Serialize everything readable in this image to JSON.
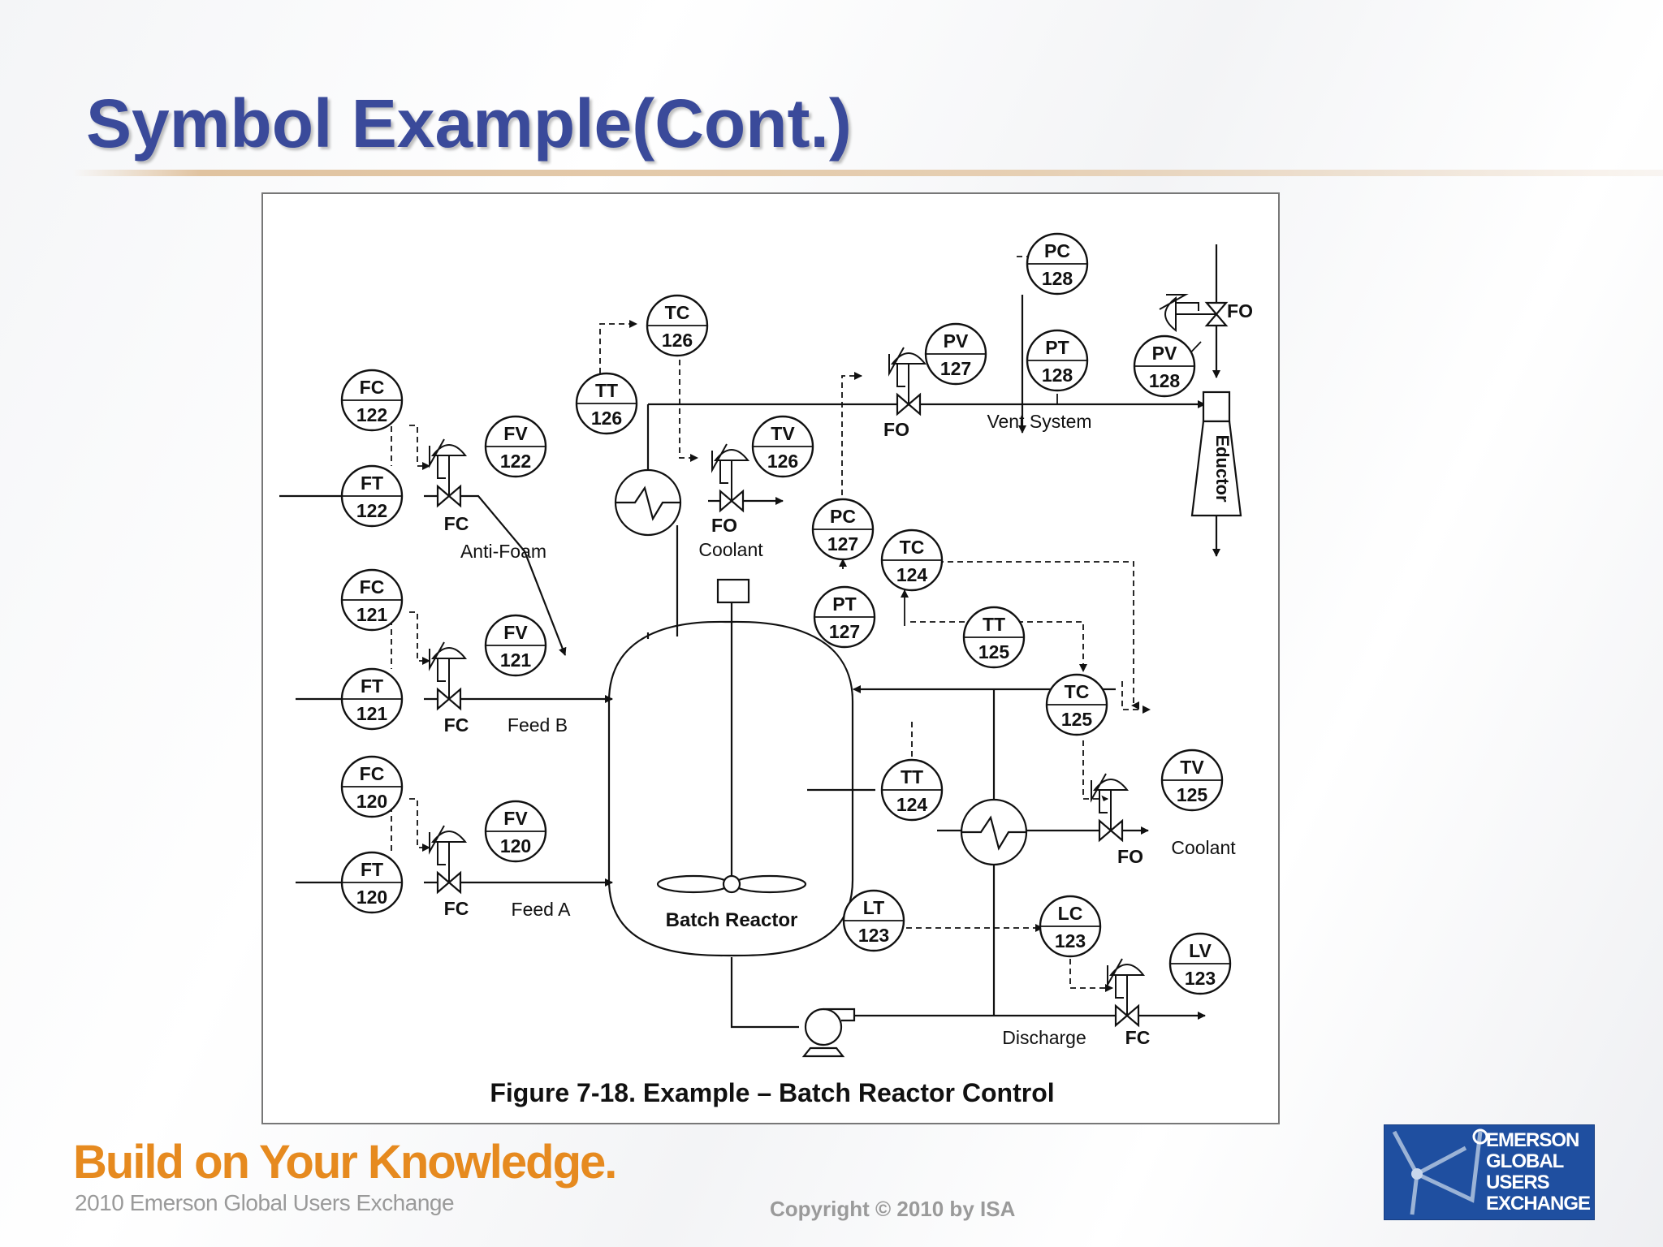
{
  "slide": {
    "title": "Symbol Example(Cont.)",
    "copyright": "Copyright © 2010 by ISA"
  },
  "footer": {
    "brand_tagline": "Build on Your Knowledge.",
    "brand_sub": "2010 Emerson Global Users Exchange",
    "logo_lines": [
      "EMERSON",
      "GLOBAL",
      "USERS",
      "EXCHANGE"
    ]
  },
  "figure": {
    "caption": "Figure 7-18. Example – Batch Reactor Control",
    "instruments": {
      "fc122": [
        "FC",
        "122"
      ],
      "ft122": [
        "FT",
        "122"
      ],
      "fv122": [
        "FV",
        "122"
      ],
      "fc121": [
        "FC",
        "121"
      ],
      "ft121": [
        "FT",
        "121"
      ],
      "fv121": [
        "FV",
        "121"
      ],
      "fc120": [
        "FC",
        "120"
      ],
      "ft120": [
        "FT",
        "120"
      ],
      "fv120": [
        "FV",
        "120"
      ],
      "tc126": [
        "TC",
        "126"
      ],
      "tt126": [
        "TT",
        "126"
      ],
      "tv126": [
        "TV",
        "126"
      ],
      "pv127": [
        "PV",
        "127"
      ],
      "pc127": [
        "PC",
        "127"
      ],
      "pt127": [
        "PT",
        "127"
      ],
      "pc128": [
        "PC",
        "128"
      ],
      "pt128": [
        "PT",
        "128"
      ],
      "pv128": [
        "PV",
        "128"
      ],
      "tc124": [
        "TC",
        "124"
      ],
      "tt124": [
        "TT",
        "124"
      ],
      "tt125": [
        "TT",
        "125"
      ],
      "tc125": [
        "TC",
        "125"
      ],
      "tv125": [
        "TV",
        "125"
      ],
      "lt123": [
        "LT",
        "123"
      ],
      "lc123": [
        "LC",
        "123"
      ],
      "lv123": [
        "LV",
        "123"
      ]
    },
    "labels": {
      "anti_foam": "Anti-Foam",
      "feed_b": "Feed B",
      "feed_a": "Feed A",
      "coolant_top": "Coolant",
      "coolant_right": "Coolant",
      "vent_system": "Vent System",
      "eductor": "Eductor",
      "batch_reactor": "Batch Reactor",
      "discharge": "Discharge",
      "fc": "FC",
      "fo": "FO"
    }
  }
}
